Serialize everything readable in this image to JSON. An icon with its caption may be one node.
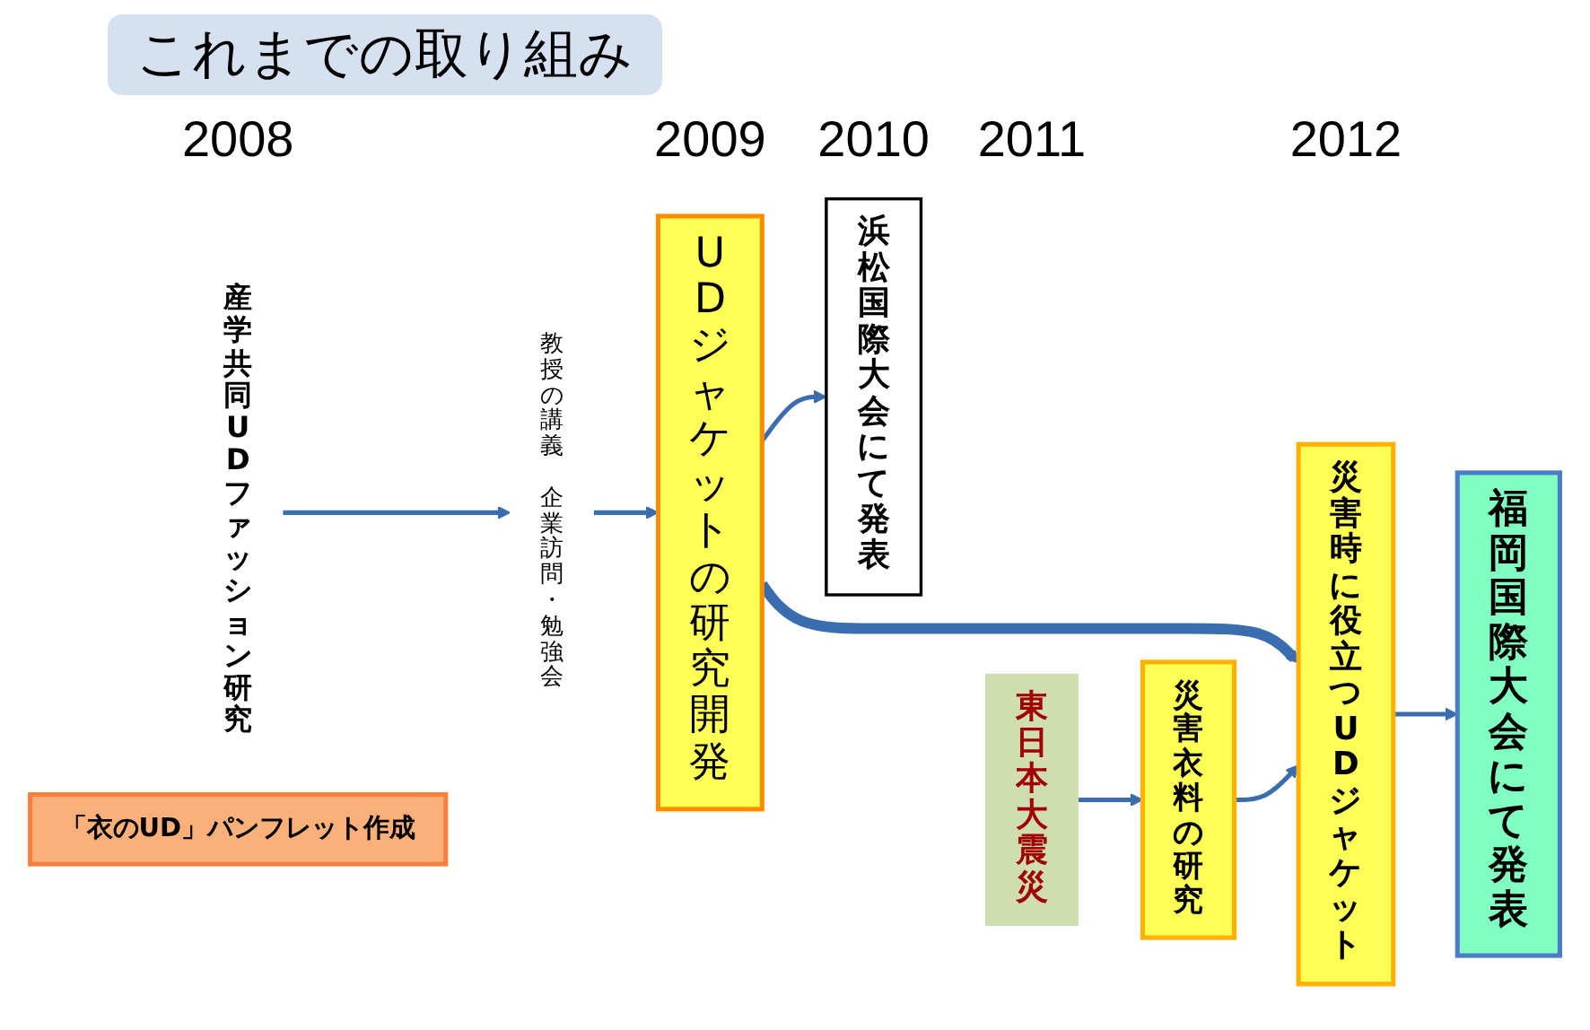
{
  "diagram": {
    "title": "これまでの取り組み",
    "nodes": [
      {
        "text": [
          "産学共同UDファッション研究"
        ]
      },
      {
        "text": [
          "教授の講義",
          "企業訪問・勉強会"
        ]
      },
      {
        "text": [
          "UDジャケットの研究開発"
        ]
      },
      {
        "text": [
          "浜松国際大会にて発表"
        ]
      },
      {
        "text": [
          "東日本大震災"
        ]
      },
      {
        "text": [
          "災害衣料の研究"
        ]
      },
      {
        "text": [
          "災害時に役立つUDジャケット"
        ]
      },
      {
        "text": [
          "福岡国際大会にて発表"
        ]
      },
      {
        "text": [
          "「衣のUD」パンフレット作成"
        ]
      }
    ],
    "edges": [
      {
        "from": 0,
        "to": 1,
        "arrow": "to"
      },
      {
        "from": 1,
        "to": 2,
        "arrow": "to"
      },
      {
        "from": 2,
        "to": 3,
        "arrow": "to"
      },
      {
        "from": 2,
        "to": 6,
        "arrow": "to",
        "style": "thick"
      },
      {
        "from": 4,
        "to": 5,
        "arrow": "to"
      },
      {
        "from": 5,
        "to": 6,
        "arrow": "to"
      },
      {
        "from": 6,
        "to": 7,
        "arrow": "to"
      }
    ],
    "labels": [
      "2008",
      "2009",
      "2010",
      "2011",
      "2012"
    ]
  }
}
